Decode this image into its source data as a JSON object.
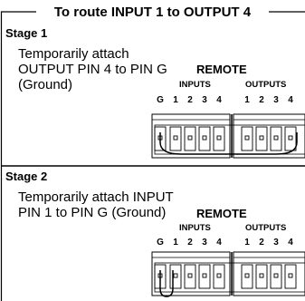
{
  "title": "To route INPUT 1 to OUTPUT 4",
  "stages": [
    {
      "heading": "Stage 1",
      "instruction": "Temporarily attach OUTPUT PIN 4 to PIN G (Ground)"
    },
    {
      "heading": "Stage 2",
      "instruction": "Temporarily attach INPUT PIN 1 to PIN G (Ground)"
    }
  ],
  "connector": {
    "title": "REMOTE",
    "inputs_label": "INPUTS",
    "outputs_label": "OUTPUTS",
    "input_pins": [
      "G",
      "1",
      "2",
      "3",
      "4"
    ],
    "output_pins": [
      "1",
      "2",
      "3",
      "4"
    ]
  },
  "colors": {
    "line": "#000000",
    "background": "#ffffff"
  }
}
